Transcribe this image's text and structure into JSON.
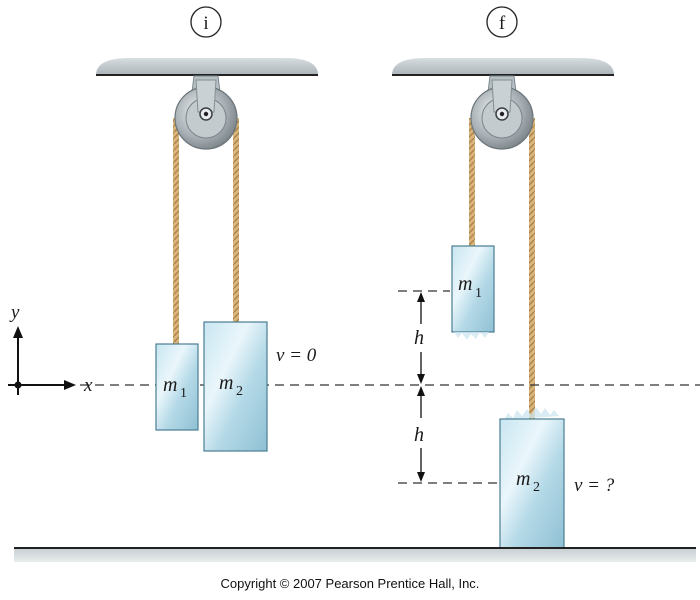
{
  "panels": {
    "initial_label": "i",
    "final_label": "f"
  },
  "axes": {
    "x": "x",
    "y": "y"
  },
  "masses": {
    "m": "m",
    "sub1": "1",
    "sub2": "2"
  },
  "velocity": {
    "initial": "v = 0",
    "final": "v = ?"
  },
  "height_label": "h",
  "copyright": "Copyright © 2007 Pearson Prentice Hall, Inc.",
  "colors": {
    "block_light": "#d9eef5",
    "block_mid": "#9fcadb",
    "block_edge": "#4a7d92",
    "rope": "#c9a56e",
    "ceiling": "#c3ccd0",
    "floor": "#b9c4c8",
    "pulley": "#9ea6ab",
    "dash": "#333333"
  }
}
